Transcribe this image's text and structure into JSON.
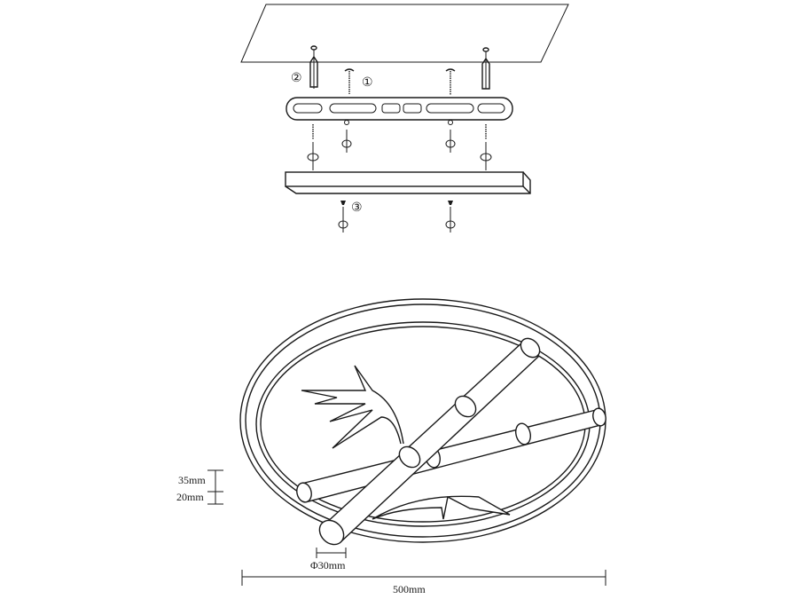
{
  "installation": {
    "step_labels": [
      "①",
      "②",
      "③"
    ]
  },
  "dimensions": {
    "height_top": "35mm",
    "height_bottom": "20mm",
    "tube_diameter": "Φ30mm",
    "overall_width": "500mm"
  }
}
